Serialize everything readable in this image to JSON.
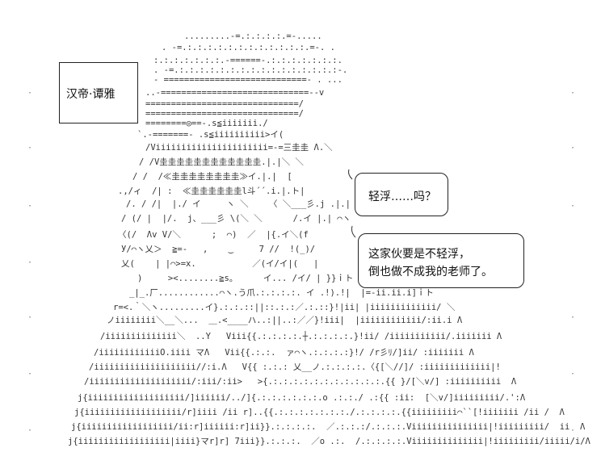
{
  "name_box": {
    "label": "汉帝·谭雅"
  },
  "bubble_1": {
    "text": "轻浮……吗？"
  },
  "bubble_2": {
    "line_1": "这家伙要是不轻浮，",
    "line_2": "倒也做不成我的老师了。"
  }
}
